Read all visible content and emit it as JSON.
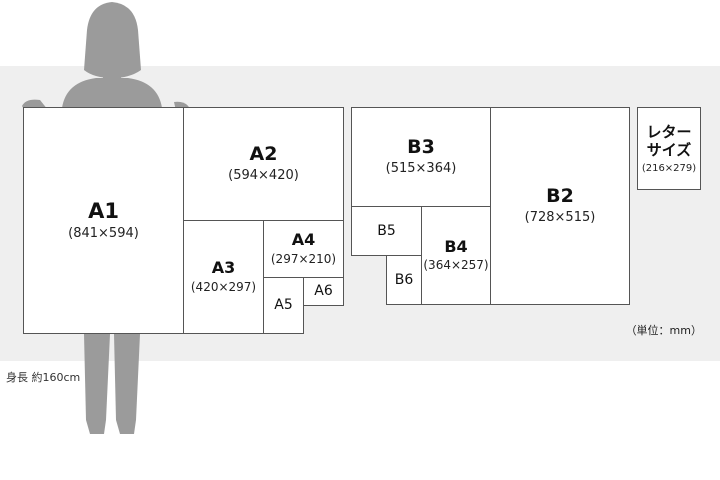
{
  "sheets": {
    "a1": {
      "name": "A1",
      "dims": "(841×594)"
    },
    "a2": {
      "name": "A2",
      "dims": "(594×420)"
    },
    "a3": {
      "name": "A3",
      "dims": "(420×297)"
    },
    "a4": {
      "name": "A4",
      "dims": "(297×210)"
    },
    "a5": {
      "name": "A5"
    },
    "a6": {
      "name": "A6"
    },
    "b2": {
      "name": "B2",
      "dims": "(728×515)"
    },
    "b3": {
      "name": "B3",
      "dims": "(515×364)"
    },
    "b4": {
      "name": "B4",
      "dims": "(364×257)"
    },
    "b5": {
      "name": "B5"
    },
    "b6": {
      "name": "B6"
    },
    "letter": {
      "name_line1": "レター",
      "name_line2": "サイズ",
      "dims": "(216×279)"
    }
  },
  "unit_label": "（単位：mm）",
  "height_label": "身長 約160cm",
  "colors": {
    "panel": "#efefef",
    "silhouette": "#9b9b9b",
    "sheet_border": "#555555"
  }
}
